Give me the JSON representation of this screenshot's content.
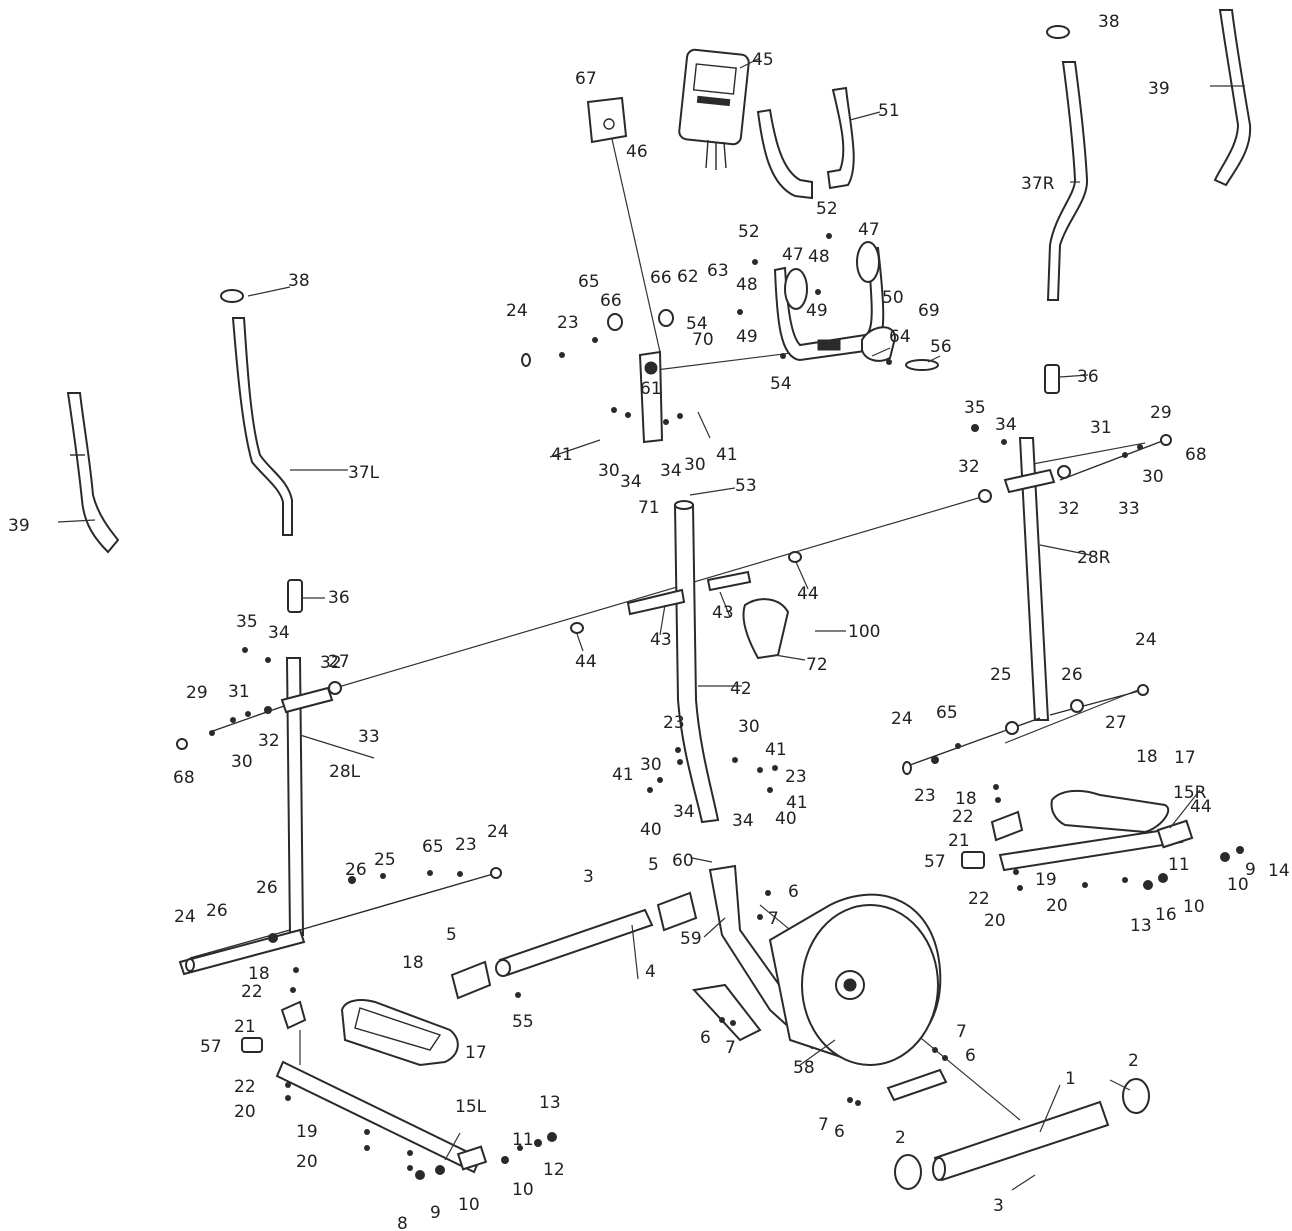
{
  "labels": [
    "1",
    "2",
    "2",
    "3",
    "3",
    "4",
    "5",
    "5",
    "6",
    "6",
    "6",
    "6",
    "7",
    "7",
    "7",
    "7",
    "8",
    "9",
    "9",
    "10",
    "10",
    "10",
    "10",
    "11",
    "11",
    "12",
    "13",
    "13",
    "14",
    "15L",
    "15R",
    "16",
    "17",
    "17",
    "18",
    "18",
    "18",
    "18",
    "19",
    "19",
    "20",
    "20",
    "20",
    "20",
    "21",
    "21",
    "22",
    "22",
    "22",
    "22",
    "23",
    "23",
    "23",
    "23",
    "23",
    "24",
    "24",
    "24",
    "24",
    "24",
    "25",
    "25",
    "26",
    "26",
    "26",
    "26",
    "27",
    "27",
    "28L",
    "28R",
    "29",
    "29",
    "30",
    "30",
    "30",
    "30",
    "30",
    "30",
    "31",
    "31",
    "32",
    "32",
    "32",
    "32",
    "33",
    "33",
    "34",
    "34",
    "34",
    "34",
    "34",
    "34",
    "35",
    "35",
    "36",
    "36",
    "37L",
    "37R",
    "38",
    "38",
    "39",
    "39",
    "40",
    "40",
    "41",
    "41",
    "41",
    "41",
    "41",
    "42",
    "43",
    "43",
    "44",
    "44",
    "44",
    "45",
    "46",
    "47",
    "47",
    "48",
    "48",
    "49",
    "49",
    "50",
    "51",
    "52",
    "52",
    "53",
    "54",
    "54",
    "55",
    "56",
    "57",
    "57",
    "58",
    "59",
    "60",
    "61",
    "62",
    "63",
    "64",
    "65",
    "65",
    "65",
    "66",
    "66",
    "67",
    "68",
    "68",
    "69",
    "70",
    "71",
    "72",
    "100"
  ]
}
